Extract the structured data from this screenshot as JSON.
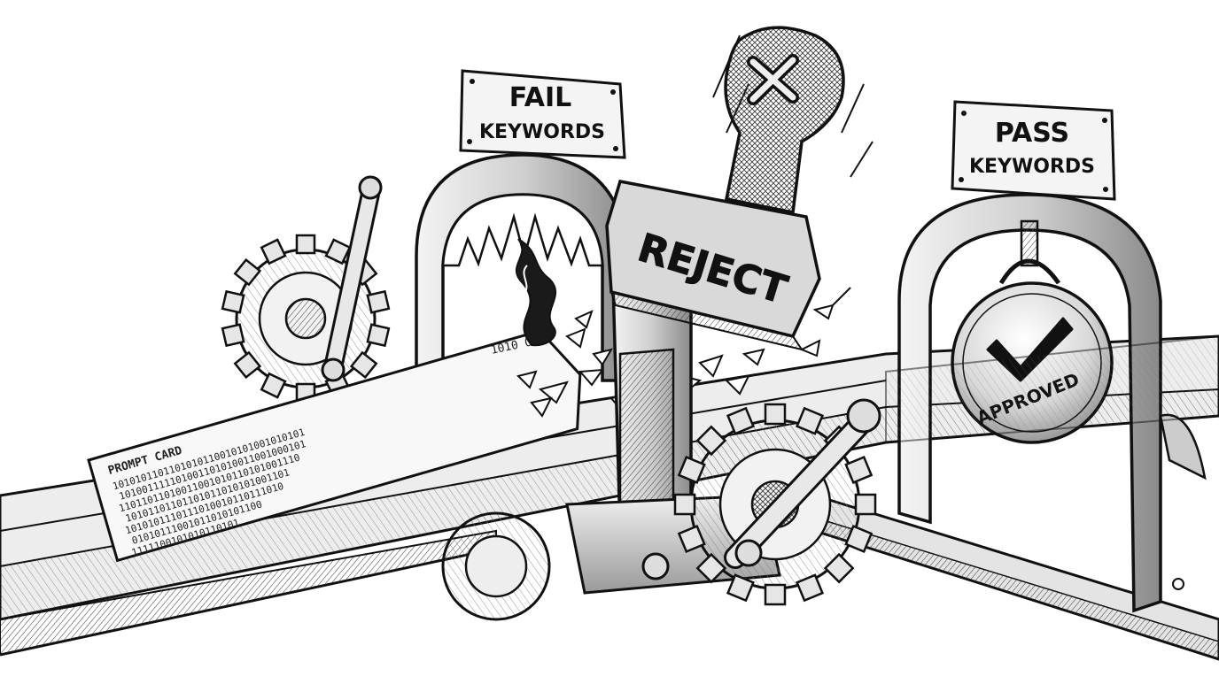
{
  "signs": {
    "fail": {
      "line1": "FAIL",
      "line2": "KEYWORDS"
    },
    "pass": {
      "line1": "PASS",
      "line2": "KEYWORDS"
    }
  },
  "stamp": {
    "face_text": "REJECT",
    "handle_icon": "x-mark-icon"
  },
  "tag": {
    "text": "APPROVED",
    "icon": "checkmark-icon"
  },
  "card": {
    "title": "PROMPT CARD",
    "rows": [
      "1010101101101010110010101001010101",
      "101001111101001101010011001000101",
      "11011011010011001010110101001110",
      "10101101101101011010101001101",
      "1010101110111010010110111010",
      "01010111001011010101100",
      "1111100101010110101"
    ],
    "torn_fragment": "1010  OS"
  },
  "colors": {
    "ink": "#111111",
    "paper": "#ffffff",
    "metal_light": "#e9e9e9",
    "metal_mid": "#bdbdbd",
    "metal_dark": "#555555"
  }
}
